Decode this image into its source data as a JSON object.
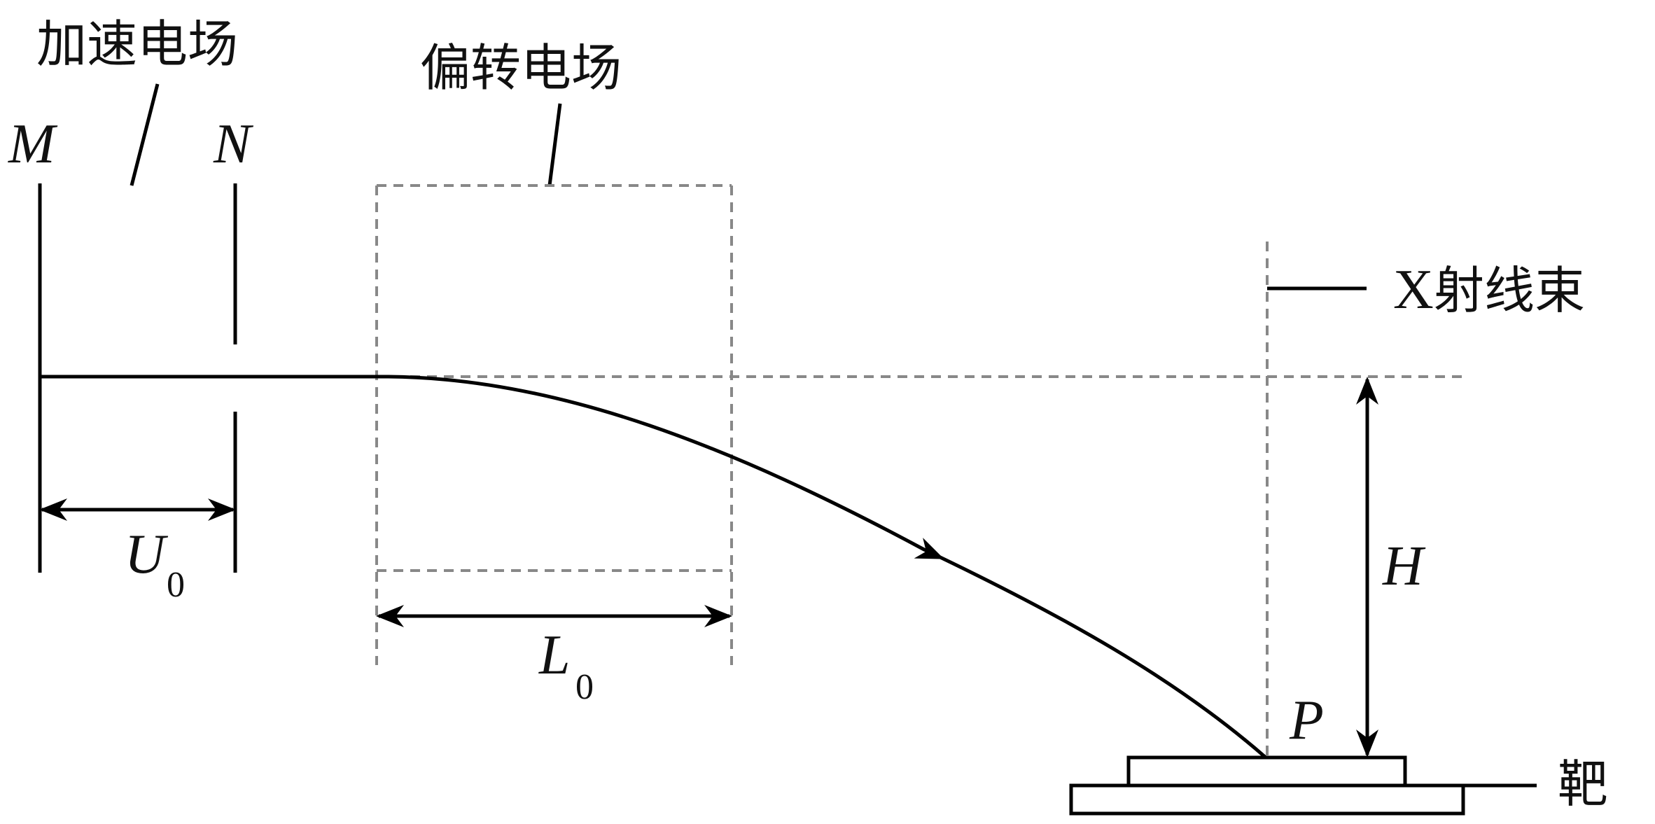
{
  "labels": {
    "accelerating_field": "加速电场",
    "deflecting_field": "偏转电场",
    "plate_m": "M",
    "plate_n": "N",
    "voltage_u": "U",
    "voltage_u_sub": "0",
    "length_l": "L",
    "length_l_sub": "0",
    "xray_x": "X",
    "xray_text": "射线束",
    "height_h": "H",
    "point_p": "P",
    "target": "靶"
  },
  "colors": {
    "line": "#000000",
    "dashed": "#888888",
    "text": "#111111",
    "background": "#ffffff"
  }
}
